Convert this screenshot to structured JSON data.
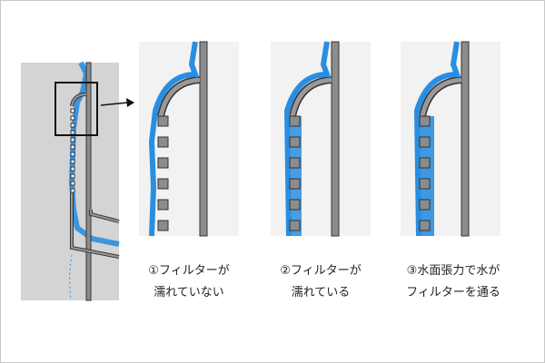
{
  "captions": [
    {
      "line1": "①フィルターが",
      "line2": "濡れていない"
    },
    {
      "line1": "②フィルターが",
      "line2": "濡れている"
    },
    {
      "line1": "③水面張力で水が",
      "line2": "フィルターを通る"
    }
  ],
  "colors": {
    "water": "#2a8ee0",
    "wall": "#8c8c8c",
    "bg": "#d4d4d4",
    "panel": "#f2f2f2",
    "highlight": "#f0c020"
  }
}
